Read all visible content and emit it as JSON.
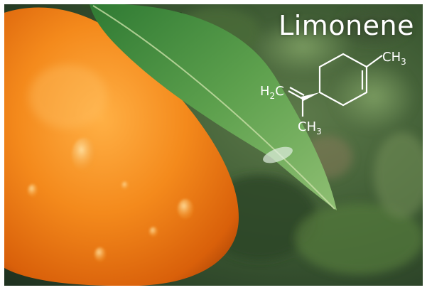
{
  "title": "Limonene",
  "structure": {
    "methyl_top": "CH3",
    "methylene": "H2C",
    "methyl_bottom": "CH3"
  },
  "colors": {
    "orange": "#f07a12",
    "leaf": "#3e8a3a",
    "background": "#3b5a32",
    "text": "#ffffff"
  }
}
